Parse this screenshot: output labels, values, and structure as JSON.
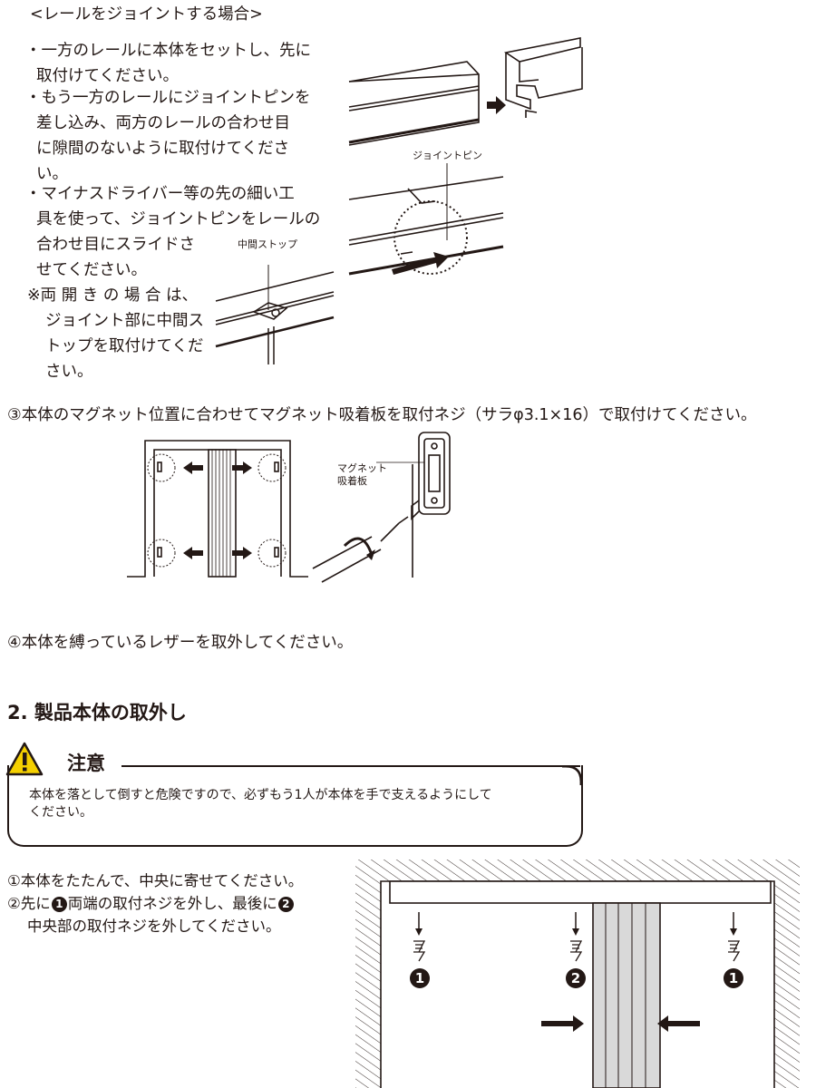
{
  "rail_joint": {
    "title": "<レールをジョイントする場合>",
    "bullets": [
      [
        "・一方のレールに本体をセットし、先に",
        "取付けてください。"
      ],
      [
        "・もう一方のレールにジョイントピンを",
        "差し込み、両方のレールの合わせ目",
        "に隙間のないように取付けてくださ",
        "い。"
      ],
      [
        "・マイナスドライバー等の先の細い工",
        "具を使って、ジョイントピンをレールの",
        "合わせ目にスライドさ",
        "せてください。"
      ]
    ],
    "note": [
      "※両 開 き の 場 合 は、",
      "ジョイント部に中間ス",
      "トップを取付けてくだ",
      "さい。"
    ],
    "label_joint_pin": "ジョイントピン",
    "label_middle_stop": "中間ストップ"
  },
  "step3": {
    "text": "③本体のマグネット位置に合わせてマグネット吸着板を取付ネジ（サラφ3.1×16）で取付けてください。",
    "label_magnet_1": "マグネット",
    "label_magnet_2": "吸着板"
  },
  "step4": {
    "text": "④本体を縛っているレザーを取外してください。"
  },
  "section2": {
    "title": "2. 製品本体の取外し",
    "caution_label": "注意",
    "caution_text": [
      "本体を落として倒すと危険ですので、必ずもう1人が本体を手で支えるようにして",
      "ください。"
    ],
    "step1": "①本体をたたんで、中央に寄せてください。",
    "step2_a": "②先に",
    "step2_n1": "1",
    "step2_b": "両端の取付ネジを外し、最後に",
    "step2_n2": "2",
    "step2_c": "中央部の取付ネジを外してください。",
    "screw_numbers": [
      "1",
      "2",
      "1"
    ]
  }
}
